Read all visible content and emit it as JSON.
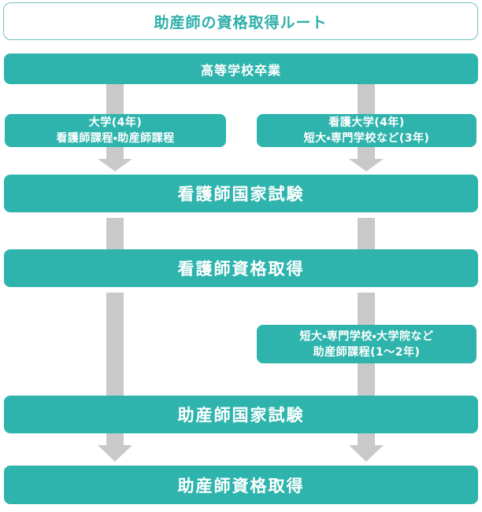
{
  "title": "助産師の資格取得ルート",
  "colors": {
    "teal": "#2eb4ad",
    "teal_text": "#2fafaa",
    "title_border": "#6cc5c1",
    "arrow_gray": "#c9c9c9",
    "white": "#ffffff"
  },
  "flow": {
    "start": "高等学校卒業",
    "branch_left": {
      "line1": "大学(4年)",
      "line2": "看護師課程・助産師課程"
    },
    "branch_right": {
      "line1": "看護大学(4年)",
      "line2": "短大・専門学校など(3年)"
    },
    "nurse_exam": "看護師国家試験",
    "nurse_license": "看護師資格取得",
    "midwife_course": {
      "line1": "短大・専門学校・大学院など",
      "line2": "助産師課程(1〜2年)"
    },
    "midwife_exam": "助産師国家試験",
    "midwife_license": "助産師資格取得"
  }
}
